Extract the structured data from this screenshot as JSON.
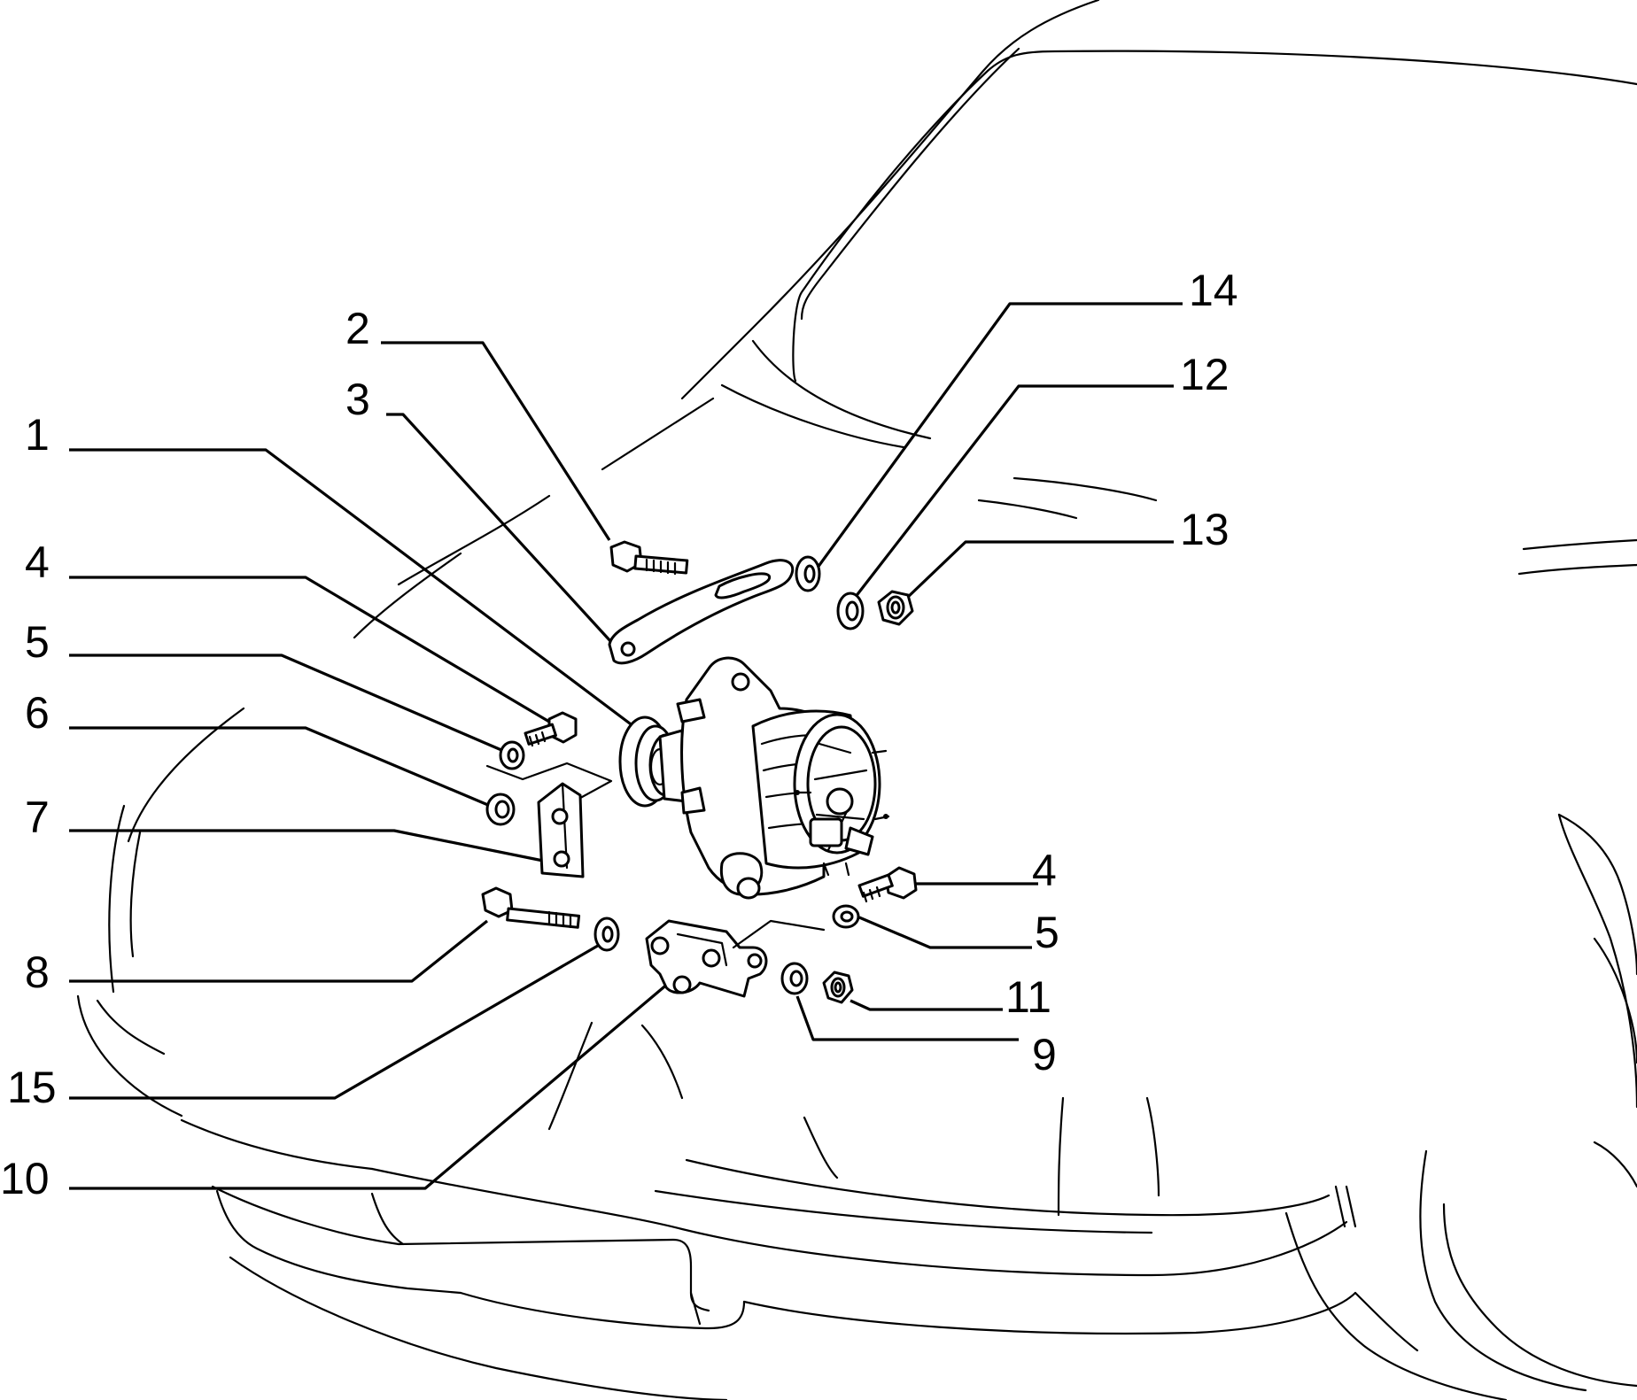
{
  "callouts": {
    "c1": "1",
    "c2": "2",
    "c3": "3",
    "c4a": "4",
    "c4b": "4",
    "c5a": "5",
    "c5b": "5",
    "c6": "6",
    "c7": "7",
    "c8": "8",
    "c9": "9",
    "c10": "10",
    "c11": "11",
    "c12": "12",
    "c13": "13",
    "c14": "14",
    "c15": "15"
  }
}
